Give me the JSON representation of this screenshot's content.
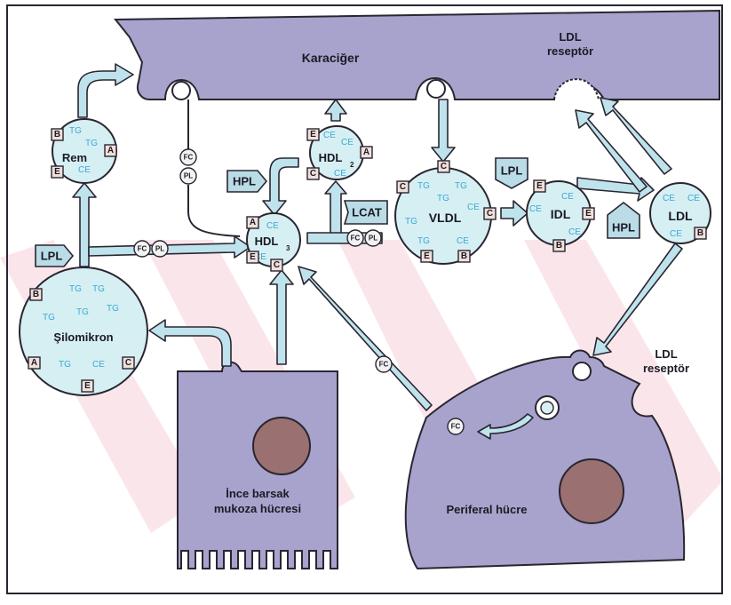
{
  "organs": {
    "liver": "Karaciğer",
    "ldl_receptor_top_1": "LDL",
    "ldl_receptor_top_2": "reseptör",
    "intestine_1": "İnce barsak",
    "intestine_2": "mukoza hücresi",
    "peripheral": "Periferal hücre",
    "ldl_receptor_side_1": "LDL",
    "ldl_receptor_side_2": "reseptör"
  },
  "lipoproteins": {
    "chylomicron": {
      "name": "Şilomikron",
      "tg": "TG",
      "ce": "CE",
      "apo_b": "B",
      "apo_a": "A",
      "apo_c": "C",
      "apo_e": "E"
    },
    "remnant": {
      "name": "Rem",
      "tg": "TG",
      "ce": "CE",
      "apo_b": "B",
      "apo_a": "A",
      "apo_e": "E"
    },
    "hdl2": {
      "name": "HDL",
      "sub": "2",
      "ce": "CE",
      "apo_e": "E",
      "apo_a": "A",
      "apo_c": "C"
    },
    "hdl3": {
      "name": "HDL",
      "sub": "3",
      "ce": "CE",
      "apo_a": "A",
      "apo_e": "E",
      "apo_c": "C"
    },
    "vldl": {
      "name": "VLDL",
      "tg": "TG",
      "ce": "CE",
      "apo_c": "C",
      "apo_e": "E",
      "apo_b": "B"
    },
    "idl": {
      "name": "IDL",
      "ce": "CE",
      "apo_e": "E",
      "apo_b": "B"
    },
    "ldl": {
      "name": "LDL",
      "ce": "CE",
      "apo_b": "B"
    }
  },
  "enzymes": {
    "lpl": "LPL",
    "hpl": "HPL",
    "lcat": "LCAT"
  },
  "molecules": {
    "fc": "FC",
    "pl": "PL"
  }
}
